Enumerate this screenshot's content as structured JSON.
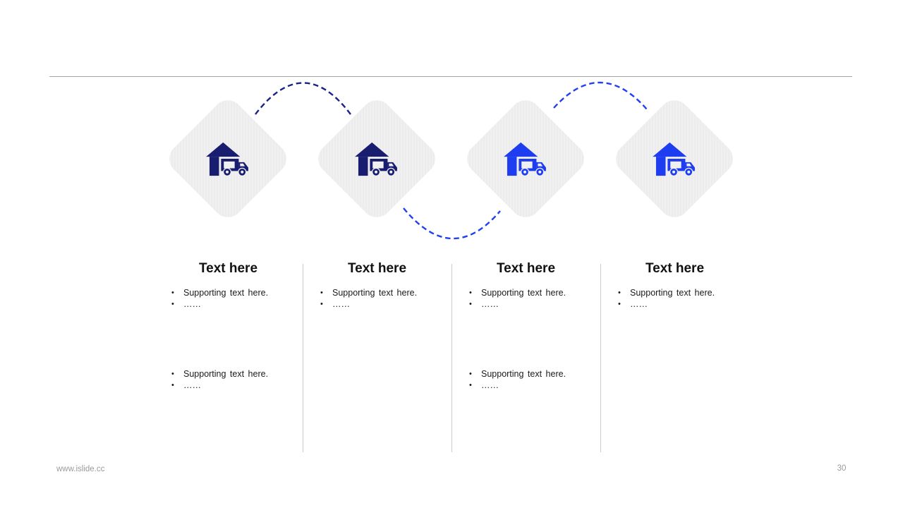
{
  "slide": {
    "bullet_char": "•",
    "steps": [
      {
        "title": "Text here",
        "icon": "warehouse-truck-icon",
        "icon_color": "#191D70",
        "groups": [
          {
            "bullets": [
              "Supporting text here.",
              "……"
            ]
          },
          {
            "bullets": [
              "Supporting text here.",
              "……"
            ]
          }
        ]
      },
      {
        "title": "Text here",
        "icon": "warehouse-truck-icon",
        "icon_color": "#191D70",
        "groups": [
          {
            "bullets": [
              "Supporting text here.",
              "……"
            ]
          }
        ]
      },
      {
        "title": "Text here",
        "icon": "warehouse-truck-icon",
        "icon_color": "#1E3CF0",
        "groups": [
          {
            "bullets": [
              "Supporting text here.",
              "……"
            ]
          },
          {
            "bullets": [
              "Supporting text here.",
              "……"
            ]
          }
        ]
      },
      {
        "title": "Text here",
        "icon": "warehouse-truck-icon",
        "icon_color": "#1E3CF0",
        "groups": [
          {
            "bullets": [
              "Supporting text here.",
              "……"
            ]
          }
        ]
      }
    ],
    "connectors": [
      {
        "between": "step-1-and-2",
        "position": "top",
        "style": "dashed-arc",
        "color": "#1A2388"
      },
      {
        "between": "step-2-and-3",
        "position": "bottom",
        "style": "dashed-arc",
        "color": "#2140F2"
      },
      {
        "between": "step-3-and-4",
        "position": "top",
        "style": "dashed-arc",
        "color": "#2140F2"
      }
    ],
    "footer": {
      "site_url": "www.islide.cc",
      "page_number": "30"
    },
    "colors": {
      "diamond_background": "#F0F0F1",
      "top_rule": "#A6A6A6",
      "column_divider": "#CCCCCC",
      "footer_text": "#9A9A9A",
      "heading_text": "#111111",
      "body_text": "#1A1A1A"
    }
  }
}
